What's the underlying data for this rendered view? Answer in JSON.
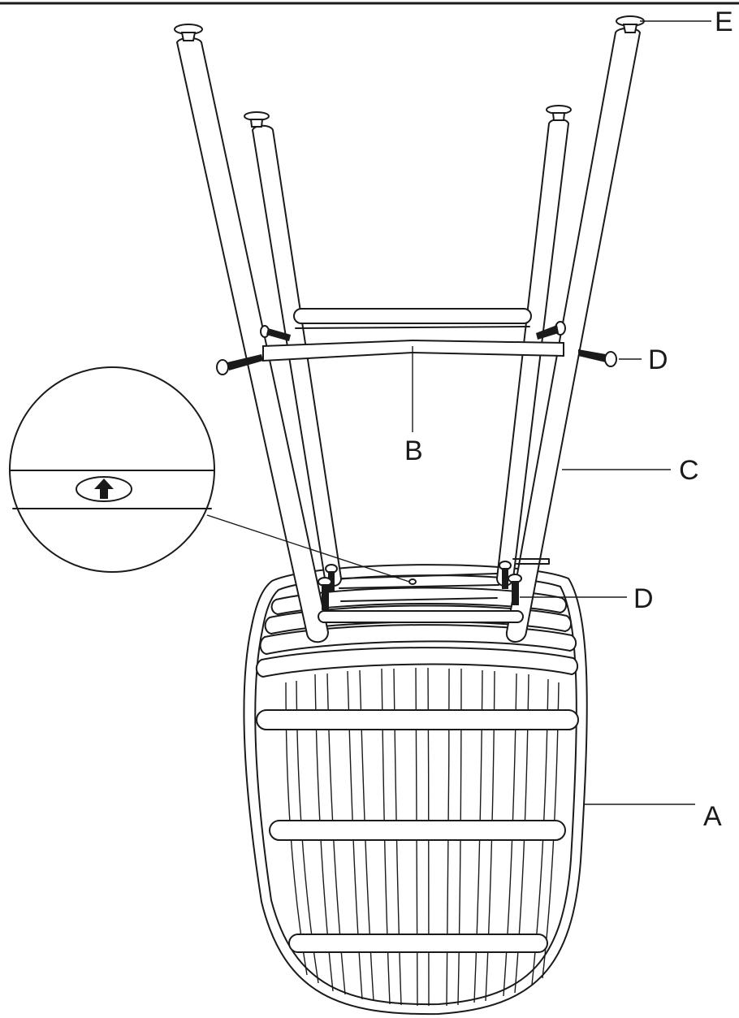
{
  "labels": {
    "seat": "A",
    "crossbar": "B",
    "leg": "C",
    "bolt_upper": "D",
    "bolt_lower": "D",
    "foot_cap": "E"
  },
  "icons": {
    "direction_marker": "arrow-up-icon"
  }
}
